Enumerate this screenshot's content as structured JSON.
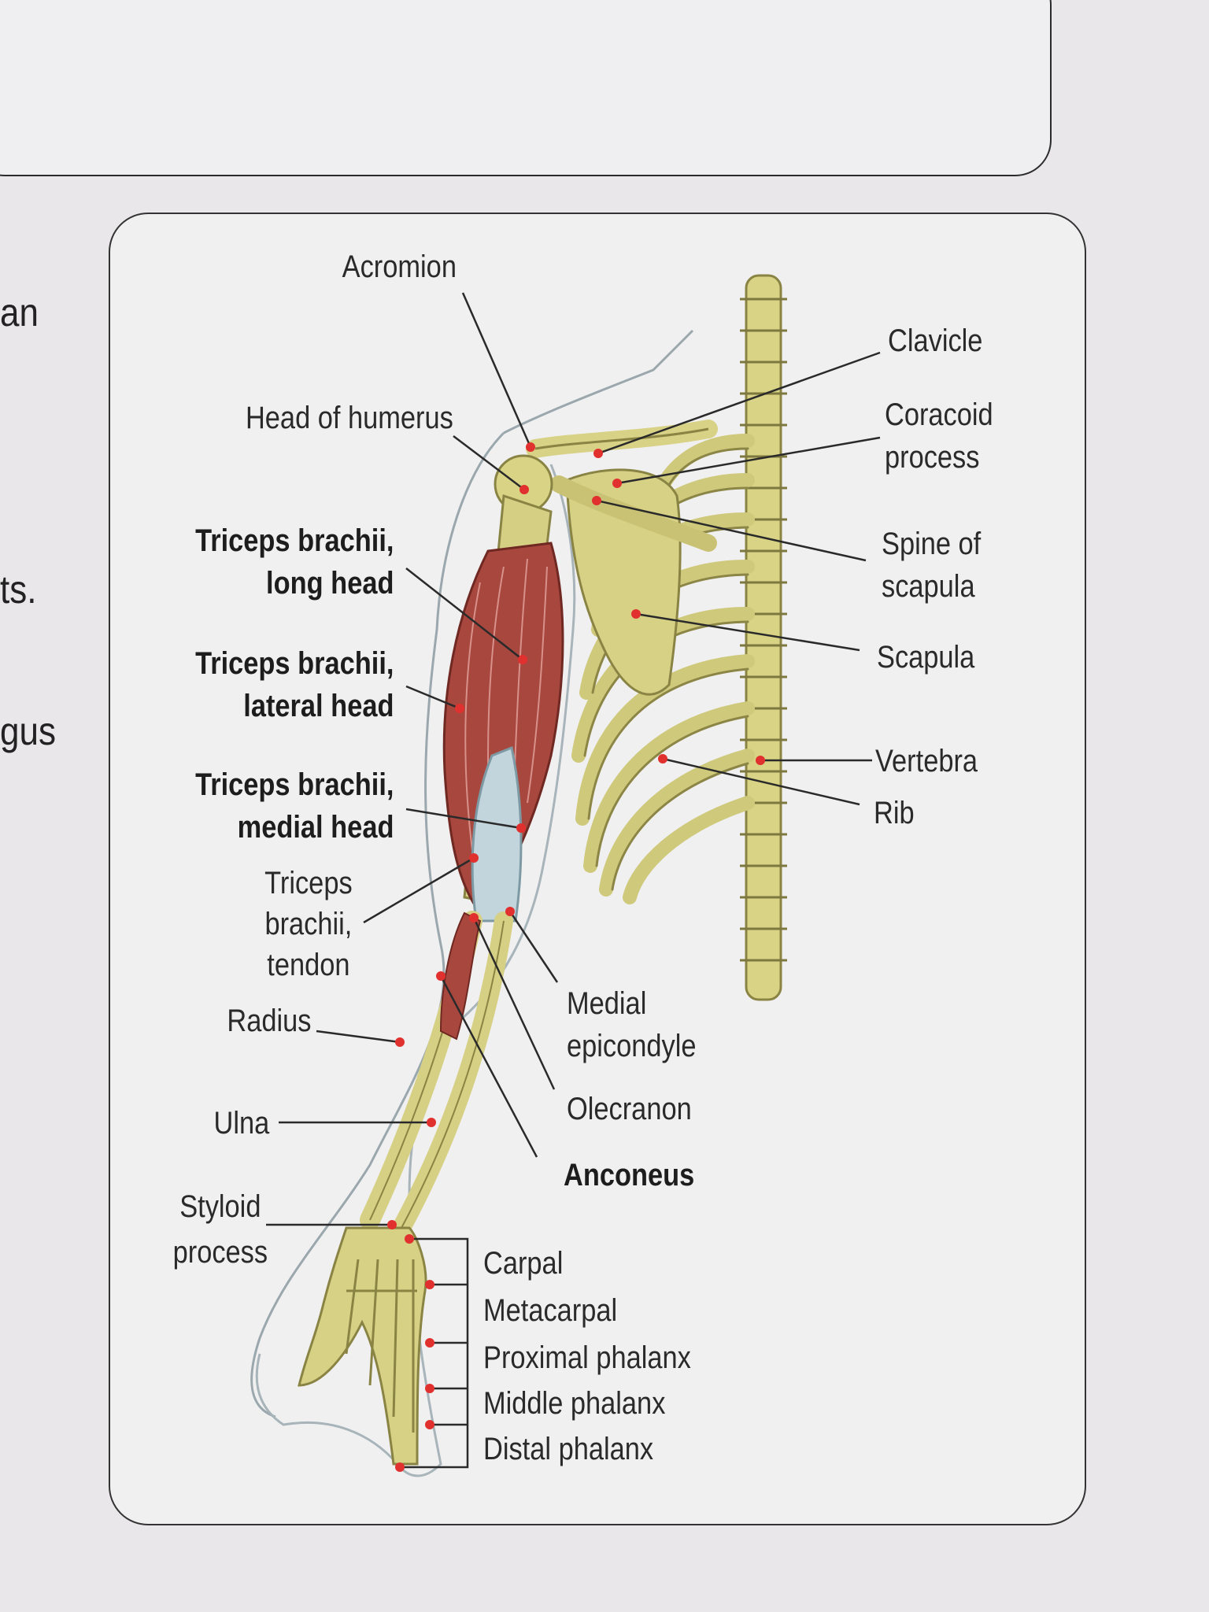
{
  "side_text": {
    "line1": "an",
    "line2": "ts.",
    "line3": "gus"
  },
  "labels": {
    "acromion": "Acromion",
    "clavicle": "Clavicle",
    "head_of_humerus": "Head of humerus",
    "coracoid_process": [
      "Coracoid",
      "process"
    ],
    "spine_of_scapula": [
      "Spine of",
      "scapula"
    ],
    "triceps_long_head": [
      "Triceps brachii,",
      "long head"
    ],
    "scapula": "Scapula",
    "triceps_lateral_head": [
      "Triceps brachii,",
      "lateral head"
    ],
    "vertebra": "Vertebra",
    "rib": "Rib",
    "triceps_medial_head": [
      "Triceps brachii,",
      "medial head"
    ],
    "triceps_tendon": [
      "Triceps",
      "brachii,",
      "tendon"
    ],
    "radius": "Radius",
    "medial_epicondyle": [
      "Medial",
      "epicondyle"
    ],
    "olecranon": "Olecranon",
    "ulna": "Ulna",
    "anconeus": "Anconeus",
    "styloid_process": [
      "Styloid",
      "process"
    ],
    "carpal": "Carpal",
    "metacarpal": "Metacarpal",
    "proximal_phalanx": "Proximal phalanx",
    "middle_phalanx": "Middle phalanx",
    "distal_phalanx": "Distal phalanx"
  },
  "colors": {
    "bone": "#d9d48c",
    "bone_shadow": "#9c9450",
    "muscle": "#a8473e",
    "tendon": "#b9cfd8",
    "marker": "#e0312f",
    "leader": "#2a2a2a"
  }
}
